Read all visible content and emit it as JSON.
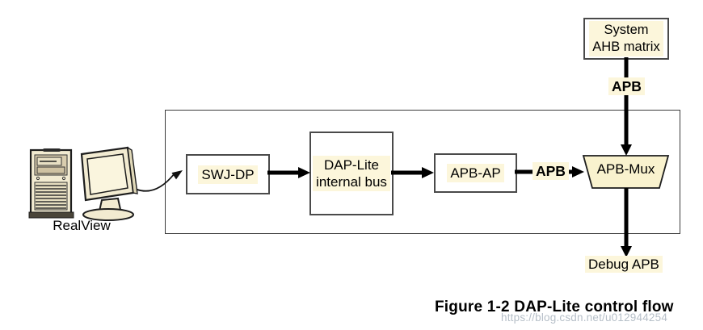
{
  "diagram": {
    "caption": "Figure 1-2 DAP-Lite control flow",
    "watermark": "https://blog.csdn.net/u012944254",
    "host": {
      "label": "RealView",
      "icon": "desktop-computer-icon"
    },
    "nodes": {
      "system_ahb_matrix": {
        "label": "System\nAHB matrix"
      },
      "swj_dp": {
        "label": "SWJ-DP"
      },
      "dap_lite_internal_bus": {
        "label": "DAP-Lite\ninternal bus"
      },
      "apb_ap": {
        "label": "APB-AP"
      },
      "apb_mux": {
        "label": "APB-Mux"
      }
    },
    "edge_labels": {
      "system_to_mux": "APB",
      "apb_ap_to_mux": "APB",
      "mux_output": "Debug APB"
    },
    "colors": {
      "text_highlight": "#FCF6DB",
      "mux_fill": "#F9F2CE",
      "arrow": "#000000",
      "box_border": "#4a4a4a",
      "outer_border": "#3c3c3c",
      "watermark": "#b6bfc8",
      "computer_body": "#F2EBD1",
      "computer_panel": "#D9CDAE",
      "screen_fill": "#FAF5DE"
    }
  }
}
